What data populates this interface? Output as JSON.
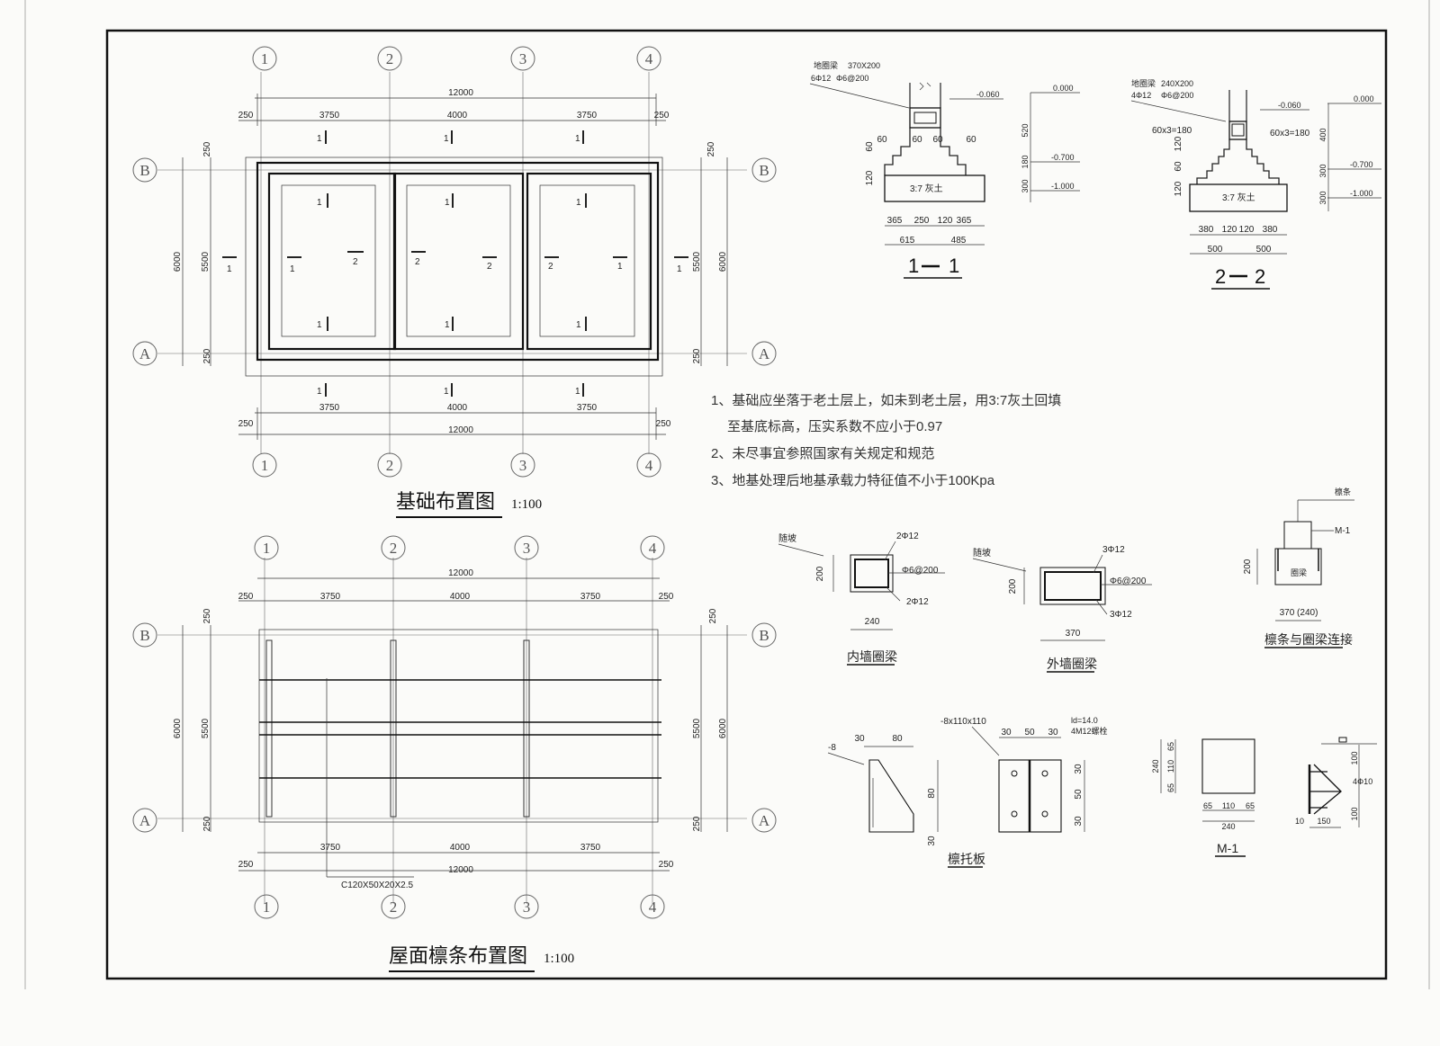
{
  "foundation_plan": {
    "title": "基础布置图",
    "scale": "1:100",
    "axes_x": [
      "1",
      "2",
      "3",
      "4"
    ],
    "axes_y": [
      "A",
      "B"
    ],
    "dims_top_total": "12000",
    "dims_top": [
      "250",
      "3750",
      "4000",
      "3750",
      "250"
    ],
    "dims_bottom": [
      "3750",
      "4000",
      "3750"
    ],
    "dims_bottom_edge": [
      "250",
      "250"
    ],
    "dims_bottom_total": "12000",
    "dims_left": [
      "250",
      "5500",
      "250"
    ],
    "dims_left_total": "6000",
    "dims_right": [
      "250",
      "5500",
      "250"
    ],
    "dims_right_total": "6000",
    "section_marks": [
      "1",
      "2"
    ]
  },
  "purlin_plan": {
    "title": "屋面檩条布置图",
    "scale": "1:100",
    "dims_top_total": "12000",
    "dims_top": [
      "250",
      "3750",
      "4000",
      "3750",
      "250"
    ],
    "dims_bottom": [
      "3750",
      "4000",
      "3750"
    ],
    "dims_bottom_edge": [
      "250",
      "250"
    ],
    "dims_bottom_total": "12000",
    "dims_left": [
      "250",
      "5500",
      "250"
    ],
    "dims_left_total": "6000",
    "dims_right": [
      "250",
      "5500",
      "250"
    ],
    "dims_right_total": "6000",
    "purlin_label": "C120X50X20X2.5"
  },
  "section_1": {
    "label_left": "1",
    "label_right": "1",
    "beam_label": "地圈梁",
    "beam_size": "370X200",
    "beam_bars": "6Φ12",
    "beam_stirrup": "Φ6@200",
    "elev_top": "0.000",
    "elev_1": "-0.060",
    "elev_2": "-0.700",
    "elev_3": "-1.000",
    "steps": [
      "60",
      "60",
      "60",
      "60"
    ],
    "h_120": "120",
    "h_60": "60",
    "v_dims": [
      "520",
      "180",
      "300"
    ],
    "fill": "3:7 灰土",
    "b_dims": [
      "365",
      "250",
      "120",
      "365"
    ],
    "b_dims2": [
      "615",
      "485"
    ]
  },
  "section_2": {
    "label_left": "2",
    "label_right": "2",
    "beam_label": "地圈梁",
    "beam_size": "240X200",
    "beam_bars": "4Φ12",
    "beam_stirrup": "Φ6@200",
    "elev_top": "0.000",
    "elev_1": "-0.060",
    "elev_2": "-0.700",
    "elev_3": "-1.000",
    "step_l": "60x3=180",
    "step_r": "60x3=180",
    "h_120": "120",
    "h_60": "60",
    "v_dims": [
      "400",
      "300",
      "300"
    ],
    "fill": "3:7 灰土",
    "b_dims": [
      "380",
      "120",
      "120",
      "380"
    ],
    "b_dims2": [
      "500",
      "500"
    ]
  },
  "notes": [
    "1、基础应坐落于老土层上，如未到老土层，用3:7灰土回填",
    "至基底标高，压实系数不应小于0.97",
    "2、未尽事宜参照国家有关规定和规范",
    "3、地基处理后地基承载力特征值不小于100Kpa"
  ],
  "inner_beam": {
    "caption": "内墙圈梁",
    "tag": "随坡",
    "top_bars": "2Φ12",
    "stirrup": "Φ6@200",
    "bot_bars": "2Φ12",
    "height": "200",
    "width": "240"
  },
  "outer_beam": {
    "caption": "外墙圈梁",
    "tag": "随坡",
    "top_bars": "3Φ12",
    "stirrup": "Φ6@200",
    "bot_bars": "3Φ12",
    "height": "200",
    "width": "370"
  },
  "purlin_conn": {
    "caption": "檩条与圈梁连接",
    "top_tag": "檩条",
    "plate": "M-1",
    "beam": "圈梁",
    "height": "200",
    "width": "370 (240)"
  },
  "bracket": {
    "caption": "檩托板",
    "thk": "-8",
    "dims_top": [
      "30",
      "80"
    ],
    "dim_v1": "80",
    "dim_v2": "30",
    "plate": "-8x110x110",
    "dims_top2": [
      "30",
      "50",
      "30"
    ],
    "bolt_note1": "ld=14.0",
    "bolt_note2": "4M12螺栓",
    "v_dims": [
      "30",
      "50",
      "30"
    ]
  },
  "plate_m1": {
    "caption": "M-1",
    "v_dims": [
      "65",
      "110",
      "65"
    ],
    "v_total": "240",
    "h_dims": [
      "65",
      "110",
      "65"
    ],
    "h_total": "240"
  },
  "anchor": {
    "dims": [
      "100",
      "100"
    ],
    "bars": "4Φ10",
    "bottom": [
      "10",
      "150"
    ]
  }
}
